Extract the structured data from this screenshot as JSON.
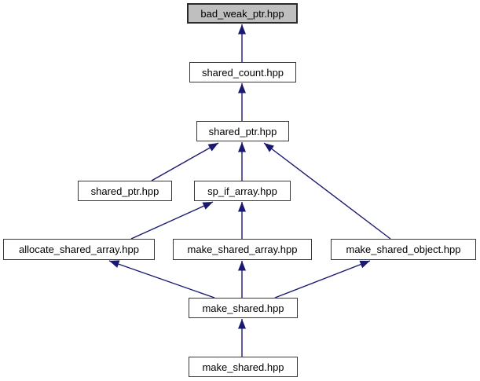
{
  "diagram": {
    "kind": "include-dependency-graph",
    "colors": {
      "edge": "#191970",
      "node_fill": "#ffffff",
      "node_border": "#383838",
      "highlight_fill": "#bfbfbf",
      "text": "#000000",
      "background": "#ffffff"
    }
  },
  "nodes": [
    {
      "label": "bad_weak_ptr.hpp",
      "highlighted": true
    },
    {
      "label": "shared_count.hpp",
      "highlighted": false
    },
    {
      "label": "shared_ptr.hpp",
      "highlighted": false
    },
    {
      "label": "shared_ptr.hpp",
      "highlighted": false
    },
    {
      "label": "sp_if_array.hpp",
      "highlighted": false
    },
    {
      "label": "allocate_shared_array.hpp",
      "highlighted": false
    },
    {
      "label": "make_shared_array.hpp",
      "highlighted": false
    },
    {
      "label": "make_shared_object.hpp",
      "highlighted": false
    },
    {
      "label": "make_shared.hpp",
      "highlighted": false
    },
    {
      "label": "make_shared.hpp",
      "highlighted": false
    }
  ],
  "edges": [
    {
      "from": "shared_count.hpp",
      "to": "bad_weak_ptr.hpp"
    },
    {
      "from": "shared_ptr.hpp",
      "to": "shared_count.hpp"
    },
    {
      "from": "shared_ptr.hpp (left)",
      "to": "shared_ptr.hpp"
    },
    {
      "from": "sp_if_array.hpp",
      "to": "shared_ptr.hpp"
    },
    {
      "from": "make_shared_object.hpp",
      "to": "shared_ptr.hpp"
    },
    {
      "from": "allocate_shared_array.hpp",
      "to": "sp_if_array.hpp"
    },
    {
      "from": "make_shared_array.hpp",
      "to": "sp_if_array.hpp"
    },
    {
      "from": "make_shared.hpp",
      "to": "allocate_shared_array.hpp"
    },
    {
      "from": "make_shared.hpp",
      "to": "make_shared_array.hpp"
    },
    {
      "from": "make_shared.hpp",
      "to": "make_shared_object.hpp"
    },
    {
      "from": "make_shared.hpp (bottom)",
      "to": "make_shared.hpp"
    }
  ]
}
